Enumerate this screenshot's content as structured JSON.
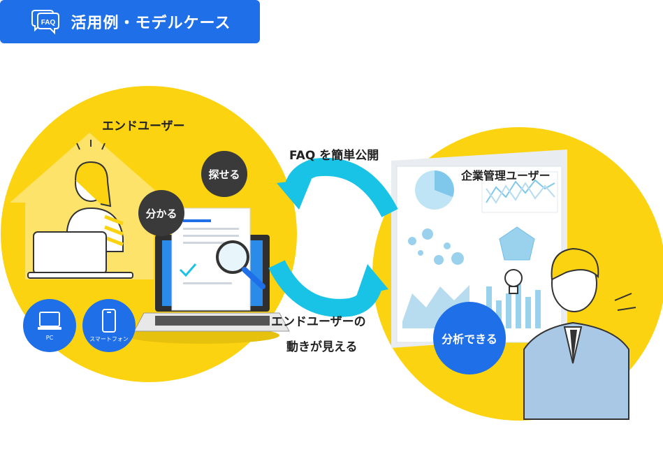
{
  "header": {
    "title": "活用例・モデルケース",
    "icon_text": "FAQ",
    "icon": "faq-chat-icon"
  },
  "left": {
    "title": "エンドユーザー",
    "bubble_understand": "分かる",
    "bubble_search": "探せる",
    "devices": [
      {
        "label": "PC",
        "icon": "pc-icon"
      },
      {
        "label": "スマートフォン",
        "icon": "smartphone-icon"
      }
    ]
  },
  "right": {
    "title": "企業管理ユーザー",
    "bubble_analyze": "分析できる"
  },
  "flow": {
    "top_label": "FAQ を簡単公開",
    "bottom_label_line1": "エンドユーザーの",
    "bottom_label_line2": "動きが見える"
  },
  "colors": {
    "yellow": "#fbd311",
    "blue": "#1f6fe8",
    "cyan": "#19c3e6",
    "dark": "#3a3a3a"
  }
}
